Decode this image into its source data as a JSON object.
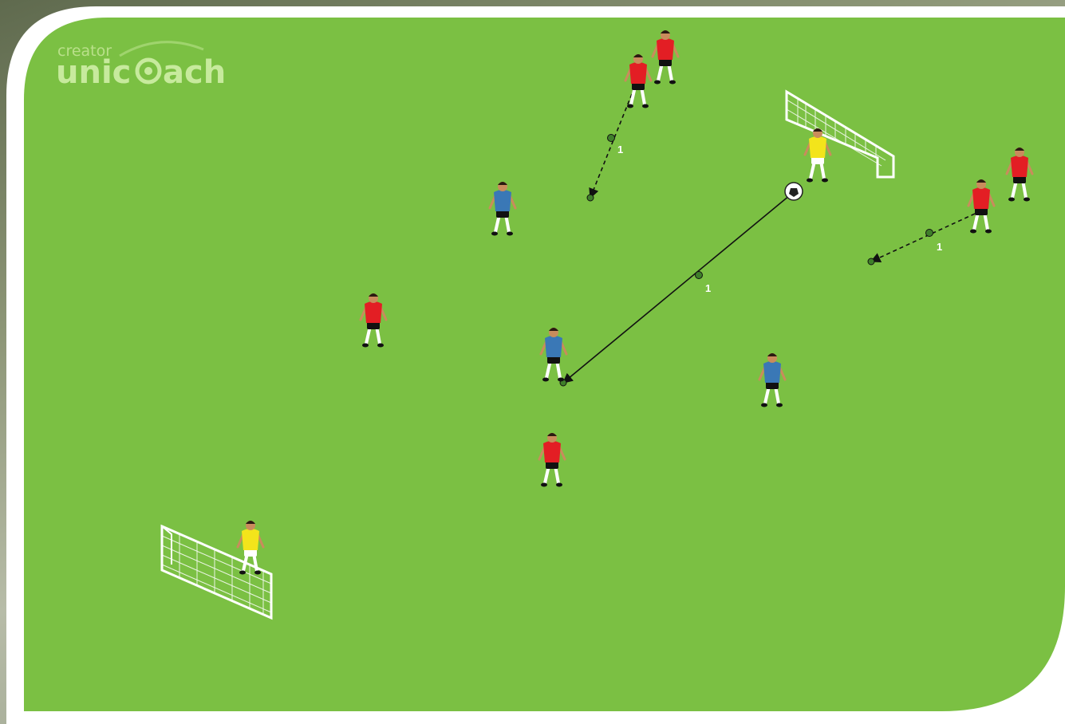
{
  "logo": {
    "small_text": "creator",
    "brand_prefix": "unic",
    "brand_suffix": "ach"
  },
  "colors": {
    "pitch": "#7bc043",
    "frame_border": "#ffffff",
    "red_team": "#e31e24",
    "blue_team": "#3a78b6",
    "goalkeeper": "#f3e41b",
    "net": "#ffffff"
  },
  "players": [
    {
      "id": "red-1",
      "team": "red"
    },
    {
      "id": "red-2",
      "team": "red"
    },
    {
      "id": "red-3",
      "team": "red"
    },
    {
      "id": "red-4",
      "team": "red"
    },
    {
      "id": "red-5",
      "team": "red"
    },
    {
      "id": "red-6",
      "team": "red"
    },
    {
      "id": "blue-1",
      "team": "blue"
    },
    {
      "id": "blue-2",
      "team": "blue"
    },
    {
      "id": "blue-3",
      "team": "blue"
    },
    {
      "id": "keeper-top",
      "team": "yellow"
    },
    {
      "id": "keeper-bottom",
      "team": "yellow"
    }
  ],
  "passes": [
    {
      "type": "pass",
      "label": "1"
    },
    {
      "type": "run",
      "label": "1"
    },
    {
      "type": "run",
      "label": "1"
    }
  ]
}
